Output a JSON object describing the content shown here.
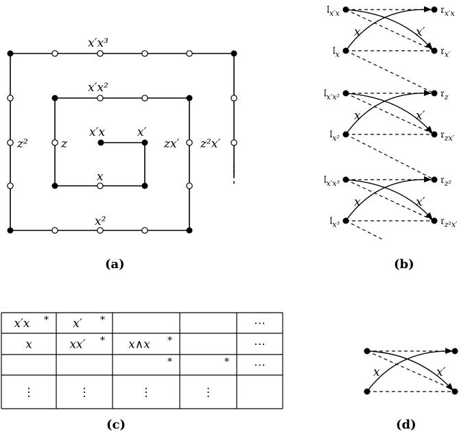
{
  "panel_a": {
    "caption": "(a)",
    "labels": {
      "xpx3": "x′x³",
      "xpx2": "x′x²",
      "xpx": "x′x",
      "xp": "x′",
      "x": "x",
      "x2": "x²",
      "z2": "z²",
      "z": "z",
      "zxp": "zx′",
      "z2xp": "z²x′"
    }
  },
  "panel_b": {
    "caption": "(b)",
    "groups": [
      {
        "l_top": "𝔩",
        "l_top_sub": "x′x",
        "l_bot": "𝔩",
        "l_bot_sub": "x",
        "r_top": "𝔯",
        "r_top_sub": "x′x",
        "r_bot": "𝔯",
        "r_bot_sub": "x′",
        "arrow_left": "x",
        "arrow_right": "x′"
      },
      {
        "l_top": "𝔩",
        "l_top_sub": "x′x²",
        "l_bot": "𝔩",
        "l_bot_sub": "x²",
        "r_top": "𝔯",
        "r_top_sub": "z",
        "r_bot": "𝔯",
        "r_bot_sub": "zx′",
        "arrow_left": "x",
        "arrow_right": "x′"
      },
      {
        "l_top": "𝔩",
        "l_top_sub": "x′x³",
        "l_bot": "𝔩",
        "l_bot_sub": "x³",
        "r_top": "𝔯",
        "r_top_sub": "z²",
        "r_bot": "𝔯",
        "r_bot_sub": "z²x′",
        "arrow_left": "x",
        "arrow_right": "x′"
      }
    ]
  },
  "panel_c": {
    "caption": "(c)",
    "rows": [
      [
        {
          "text": "x′x",
          "star": "*"
        },
        {
          "text": "x′",
          "star": "*"
        },
        {
          "text": "",
          "star": ""
        },
        {
          "text": "",
          "star": ""
        },
        {
          "text": "⋯",
          "star": ""
        }
      ],
      [
        {
          "text": "x",
          "star": ""
        },
        {
          "text": "xx′",
          "star": "*"
        },
        {
          "text": "x∧x",
          "star": "*"
        },
        {
          "text": "",
          "star": ""
        },
        {
          "text": "⋯",
          "star": ""
        }
      ],
      [
        {
          "text": "",
          "star": ""
        },
        {
          "text": "",
          "star": ""
        },
        {
          "text": "",
          "star": "*"
        },
        {
          "text": "",
          "star": "*"
        },
        {
          "text": "⋯",
          "star": ""
        }
      ],
      [
        {
          "text": "⋮",
          "star": ""
        },
        {
          "text": "⋮",
          "star": ""
        },
        {
          "text": "⋮",
          "star": ""
        },
        {
          "text": "⋮",
          "star": ""
        },
        {
          "text": "",
          "star": ""
        }
      ]
    ]
  },
  "panel_d": {
    "caption": "(d)",
    "arrow_left": "x",
    "arrow_right": "x′"
  }
}
